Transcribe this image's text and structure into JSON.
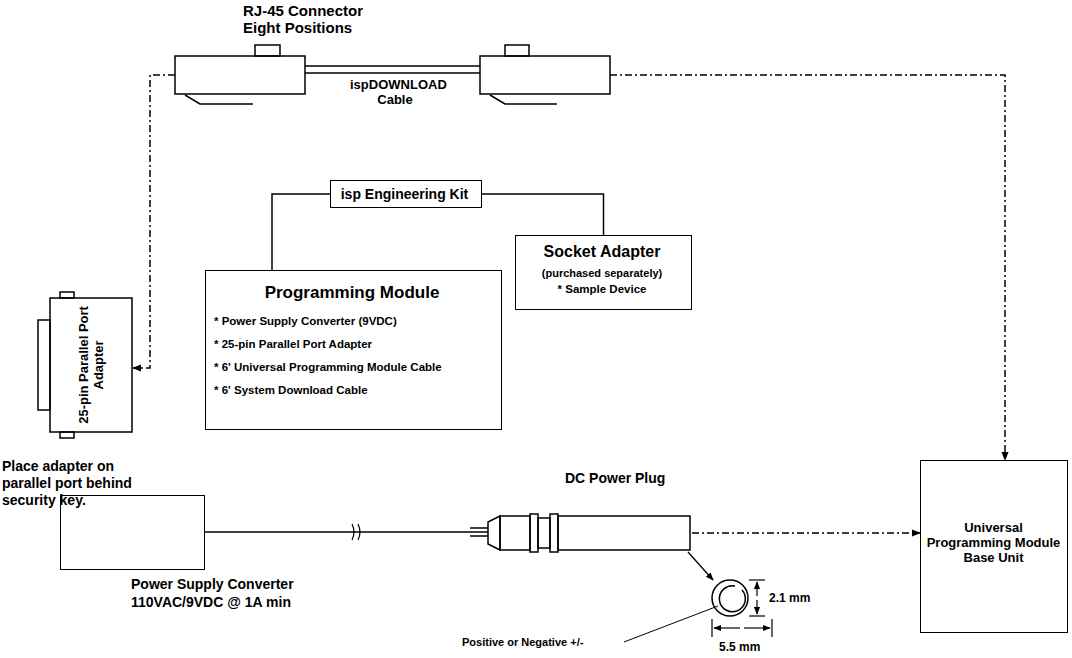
{
  "diagram": {
    "nodes": [
      {
        "text": [
          "RJ-45 Connector Eight Positions",
          "ispDOWNLOAD Cable"
        ]
      },
      {
        "text": [
          "isp Engineering Kit"
        ]
      },
      {
        "text": [
          "Programming Module",
          "* Power Supply Converter (9VDC)",
          "* 25-pin Parallel Port Adapter",
          "* 6' Universal Programming Module Cable",
          "* 6' System Download Cable"
        ]
      },
      {
        "text": [
          "Socket Adapter",
          "(purchased separately)",
          "* Sample Device"
        ]
      },
      {
        "text": [
          "25-pin Parallel Port Adapter"
        ]
      },
      {
        "text": [
          "Power Supply Converter",
          "110VAC/9VDC @ 1A min"
        ]
      },
      {
        "text": [
          "DC Power Plug"
        ]
      },
      {
        "text": [
          "Universal Programming Module Base Unit"
        ]
      }
    ],
    "edges": [
      {
        "from": 0,
        "to": 4,
        "arrow": "to"
      },
      {
        "from": 0,
        "to": 7,
        "arrow": "to"
      },
      {
        "from": 1,
        "to": 2,
        "arrow": "none"
      },
      {
        "from": 1,
        "to": 3,
        "arrow": "none"
      },
      {
        "from": 5,
        "to": 6,
        "arrow": "none"
      },
      {
        "from": 6,
        "to": 7,
        "arrow": "to"
      }
    ],
    "labels": [
      "Place adapter on parallel port behind security key.",
      "Positive or Negative +/-",
      "2.1 mm",
      "5.5 mm"
    ]
  }
}
